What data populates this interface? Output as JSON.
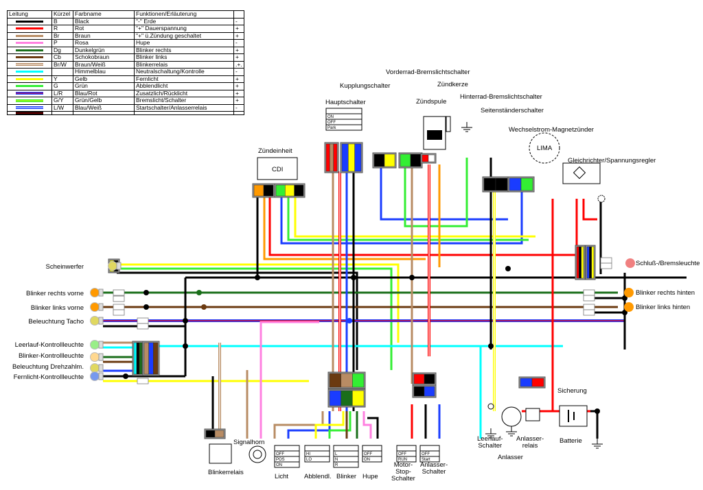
{
  "legend": {
    "headers": [
      "Leitung",
      "Kürzel",
      "Farbname",
      "Funktionen/Erläuterung",
      ""
    ],
    "rows": [
      {
        "color": "#000000",
        "color2": null,
        "abbr": "B",
        "name": "Black",
        "function": "\"-\" Erde",
        "polarity": "-"
      },
      {
        "color": "#ff0000",
        "color2": null,
        "abbr": "R",
        "name": "Rot",
        "function": "\"+\" Dauerspannung",
        "polarity": "+"
      },
      {
        "color": "#b88c64",
        "color2": null,
        "abbr": "Br",
        "name": "Braun",
        "function": "\"+\" ü.Zündung geschaltet",
        "polarity": "+"
      },
      {
        "color": "#ff80e0",
        "color2": null,
        "abbr": "P",
        "name": "Rosa",
        "function": "Hupe",
        "polarity": "-"
      },
      {
        "color": "#1a6e1a",
        "color2": null,
        "abbr": "Dg",
        "name": "Dunkelgrün",
        "function": "Blinker rechts",
        "polarity": "+"
      },
      {
        "color": "#6b3a10",
        "color2": null,
        "abbr": "Cb",
        "name": "Schokobraun",
        "function": "Blinker links",
        "polarity": "+"
      },
      {
        "color": "#b88c64",
        "color2": "#ffffff",
        "abbr": "Br/W",
        "name": "Braun/Weiß",
        "function": "Blinkerrelais",
        "polarity": ".+."
      },
      {
        "color": "#00ffff",
        "color2": null,
        "abbr": "",
        "name": "Himmelblau",
        "function": "Neutralschaltung/Kontrolle",
        "polarity": "-"
      },
      {
        "color": "#ffff00",
        "color2": null,
        "abbr": "Y",
        "name": "Gelb",
        "function": "Fernlicht",
        "polarity": "+"
      },
      {
        "color": "#33ee33",
        "color2": null,
        "abbr": "G",
        "name": "Grün",
        "function": "Abblendlicht",
        "polarity": "+"
      },
      {
        "color": "#1a3cff",
        "color2": "#ff0000",
        "abbr": "L/R",
        "name": "Blau/Rot",
        "function": "Zusatzlich/Rücklicht",
        "polarity": "+"
      },
      {
        "color": "#33ee33",
        "color2": "#ffff00",
        "abbr": "G/Y",
        "name": "Grün/Gelb",
        "function": "Bremslicht/Schalter",
        "polarity": "+"
      },
      {
        "color": "#1a3cff",
        "color2": "#ffffff",
        "abbr": "L/W",
        "name": "Blau/Weiß",
        "function": "Startschalter/Anlasserrelais",
        "polarity": "-"
      },
      {
        "color": "#000000",
        "color2": "#cc0000",
        "abbr": "",
        "name": "",
        "function": "",
        "polarity": ""
      }
    ]
  },
  "components": {
    "vorderrad": "Vorderrad-Bremslichtschalter",
    "zuendkerze": "Zündkerze",
    "kupplung": "Kupplungschalter",
    "hinterrad": "Hinterrad-Bremslichtschalter",
    "hauptschalter": "Hauptschalter",
    "zuendspule": "Zündspule",
    "seitenstaender": "Seitenständerschalter",
    "magnetzuender": "Wechselstrom-Magnetzünder",
    "lima": "LIMA",
    "gleichrichter": "Gleichrichter/Spannungsregler",
    "zuendeinheit": "Zündeinheit",
    "cdi": "CDI",
    "scheinwerfer": "Scheinwerfer",
    "blinker_rv": "Blinker rechts vorne",
    "blinker_lv": "Blinker links vorne",
    "tacho": "Beleuchtung Tacho",
    "leerlauf_kl": "Leerlauf-Kontrollleuchte",
    "blinker_kl": "Blinker-Kontrollleuchte",
    "drehzahl": "Beleuchtung Drehzahlm.",
    "fernlicht_kl": "Fernlicht-Kontrollleuchte",
    "schluss": "Schluß-/Bremsleuchte",
    "blinker_rh": "Blinker rechts hinten",
    "blinker_lh": "Blinker links hinten",
    "sicherung": "Sicherung",
    "signalhorn": "Signalhorn",
    "blinkerrelais": "Blinkerrelais",
    "licht": "Licht",
    "abblendl": "Abblendl.",
    "blinker": "Blinker",
    "hupe": "Hupe",
    "motorstop": "Motor-\nStop-\nSchalter",
    "anlasserschalter": "Anlasser-\nSchalter",
    "leerlaufschalter": "Leerlauf-\nSchalter",
    "anlasserrelais": "Anlasser-\nrelais",
    "anlasser": "Anlasser",
    "batterie": "Batterie"
  },
  "switch_tables": {
    "haupt": [
      "ON",
      "OFF",
      "Park"
    ],
    "licht": [
      "OFF",
      "POS",
      "ON"
    ],
    "abblend": [
      "HI",
      "LO"
    ],
    "blinker": [
      "L",
      "N",
      "R"
    ],
    "hupe": [
      "OFF",
      "ON"
    ],
    "motorstop": [
      "OFF",
      "RUN"
    ],
    "anlasser": [
      "OFF",
      "Start"
    ]
  },
  "colors": {
    "black": "#000000",
    "red": "#ff0000",
    "brown": "#b88c64",
    "pink": "#ff80e0",
    "darkgreen": "#1a6e1a",
    "chocolate": "#6b3a10",
    "cyan": "#00ffff",
    "yellow": "#ffff00",
    "green": "#33ee33",
    "blue": "#1a3cff",
    "orange": "#ff9900"
  }
}
